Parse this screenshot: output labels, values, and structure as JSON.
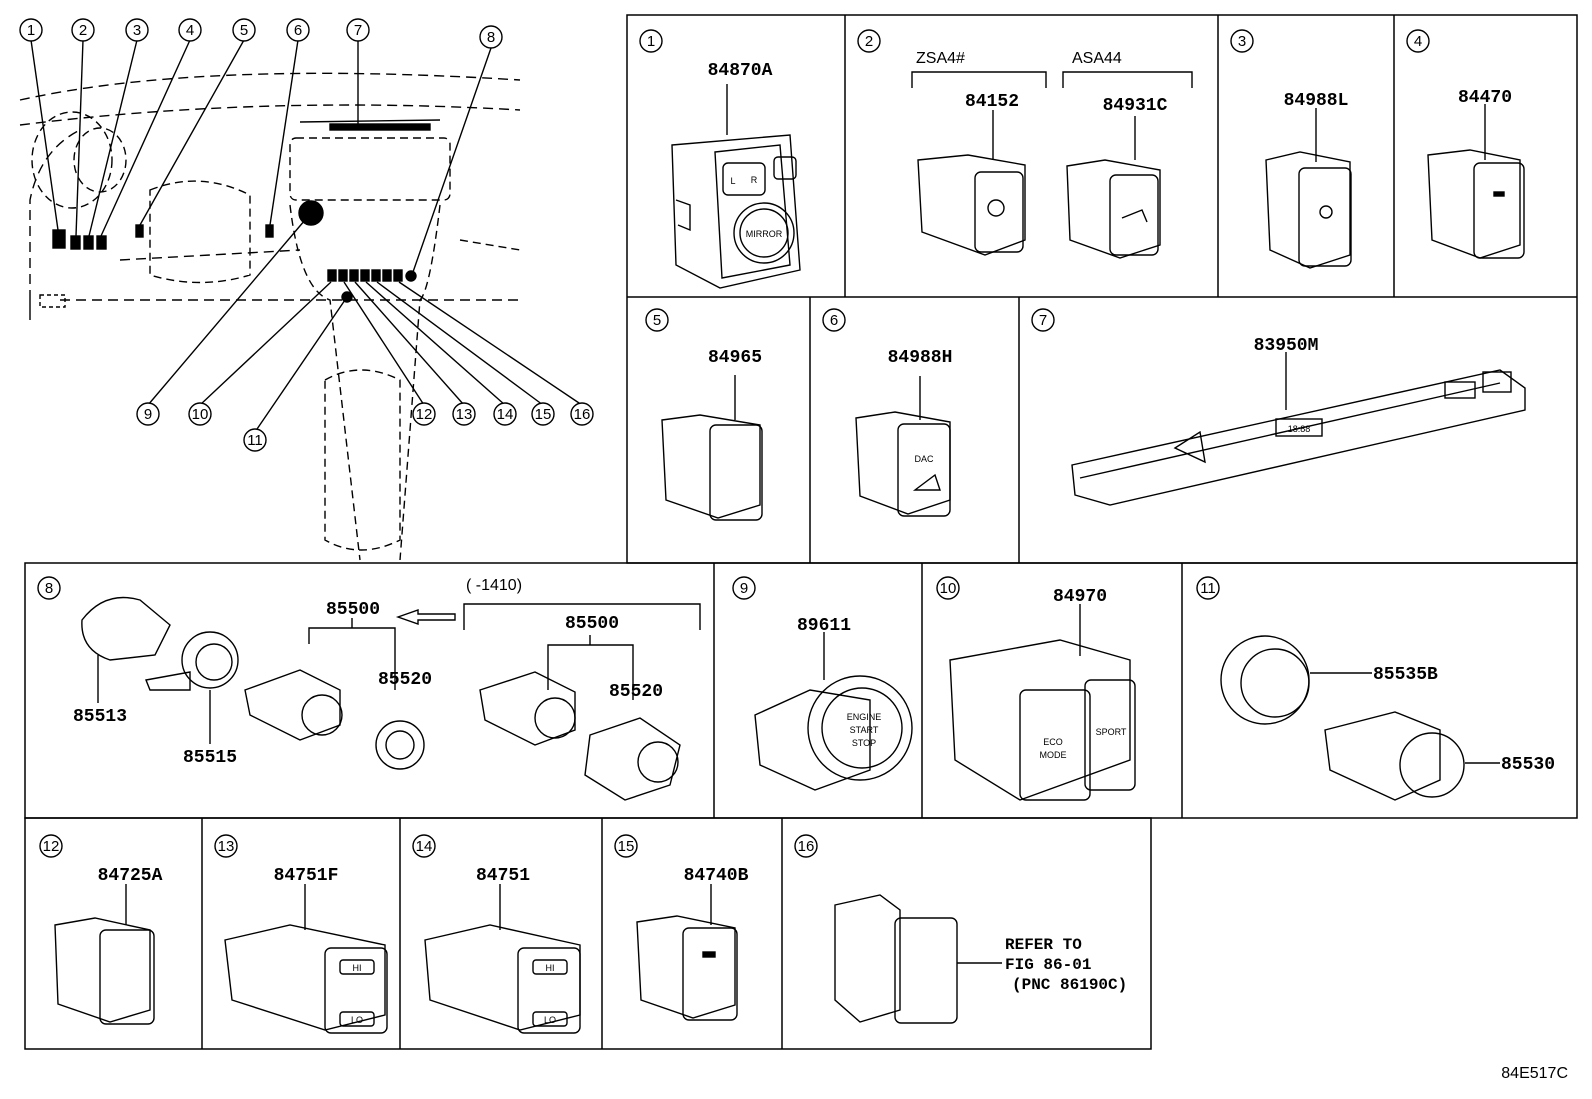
{
  "overview": {
    "callouts": [
      "1",
      "2",
      "3",
      "4",
      "5",
      "6",
      "7",
      "8",
      "9",
      "10",
      "11",
      "12",
      "13",
      "14",
      "15",
      "16"
    ]
  },
  "cells": {
    "c1": {
      "num": "1",
      "parts": [
        "84870A"
      ],
      "button_text": "MIRROR",
      "button_l": "L",
      "button_r": "R"
    },
    "c2": {
      "num": "2",
      "group_a": "ZSA4#",
      "group_b": "ASA44",
      "parts": [
        "84152",
        "84931C"
      ]
    },
    "c3": {
      "num": "3",
      "parts": [
        "84988L"
      ]
    },
    "c4": {
      "num": "4",
      "parts": [
        "84470"
      ]
    },
    "c5": {
      "num": "5",
      "parts": [
        "84965"
      ]
    },
    "c6": {
      "num": "6",
      "parts": [
        "84988H"
      ],
      "button_text": "DAC"
    },
    "c7": {
      "num": "7",
      "parts": [
        "83950M"
      ],
      "display_text": "18:88"
    },
    "c8": {
      "num": "8",
      "range": "(    -1410)",
      "parts": [
        "85513",
        "85515",
        "85500",
        "85520",
        "85500",
        "85520"
      ]
    },
    "c9": {
      "num": "9",
      "parts": [
        "89611"
      ],
      "button_line1": "ENGINE",
      "button_line2": "START",
      "button_line3": "STOP"
    },
    "c10": {
      "num": "10",
      "parts": [
        "84970"
      ],
      "eco_line1": "ECO",
      "eco_line2": "MODE",
      "sport": "SPORT"
    },
    "c11": {
      "num": "11",
      "parts": [
        "85535B",
        "85530"
      ]
    },
    "c12": {
      "num": "12",
      "parts": [
        "84725A"
      ]
    },
    "c13": {
      "num": "13",
      "parts": [
        "84751F"
      ],
      "hi": "HI",
      "lo": "LO"
    },
    "c14": {
      "num": "14",
      "parts": [
        "84751"
      ],
      "hi": "HI",
      "lo": "LO"
    },
    "c15": {
      "num": "15",
      "parts": [
        "84740B"
      ]
    },
    "c16": {
      "num": "16",
      "refer_line1": "REFER TO",
      "refer_line2": "FIG 86-01",
      "refer_line3": "(PNC 86190C)"
    }
  },
  "figure_code": "84E517C"
}
